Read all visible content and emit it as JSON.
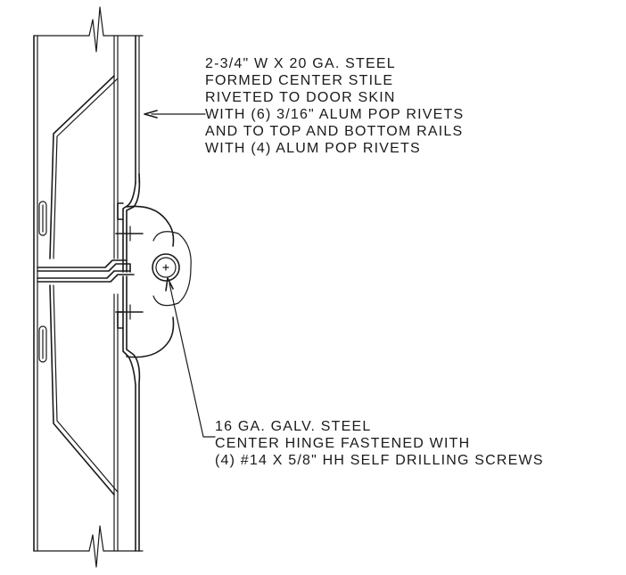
{
  "notes": {
    "stile": [
      "2-3/4\" W X 20 GA. STEEL",
      "FORMED CENTER STILE",
      "RIVETED TO DOOR SKIN",
      "WITH (6) 3/16\" ALUM POP RIVETS",
      "AND TO TOP AND BOTTOM RAILS",
      "WITH (4) ALUM POP RIVETS"
    ],
    "hinge": [
      "16 GA. GALV. STEEL",
      "CENTER HINGE FASTENED WITH",
      "(4) #14 X 5/8\" HH SELF DRILLING SCREWS"
    ]
  }
}
